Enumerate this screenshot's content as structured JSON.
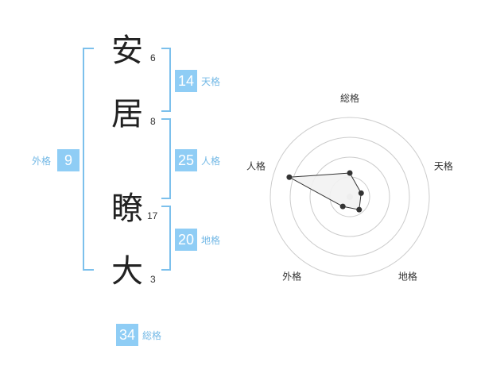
{
  "name": {
    "chars": [
      {
        "char": "安",
        "strokes": "6"
      },
      {
        "char": "居",
        "strokes": "8"
      },
      {
        "char": "瞭",
        "strokes": "17"
      },
      {
        "char": "大",
        "strokes": "3"
      }
    ]
  },
  "kakusu": {
    "tenkaku": {
      "value": "14",
      "label": "天格"
    },
    "jinkaku": {
      "value": "25",
      "label": "人格"
    },
    "chikaku": {
      "value": "20",
      "label": "地格"
    },
    "gaikaku": {
      "value": "9",
      "label": "外格"
    },
    "soukaku": {
      "value": "34",
      "label": "総格"
    }
  },
  "chart_data": {
    "type": "radar",
    "axes": [
      "総格",
      "天格",
      "地格",
      "外格",
      "人格"
    ],
    "values": [
      0.3,
      0.15,
      0.2,
      0.15,
      0.8
    ],
    "rings": 4,
    "colors": {
      "fill": "#f2f2f2",
      "stroke": "#333333",
      "grid": "#cccccc",
      "center": "#cccccc"
    }
  },
  "colors": {
    "badge": "#8fcdf5",
    "label": "#74b9e6",
    "bracket": "#7cc0ec"
  }
}
